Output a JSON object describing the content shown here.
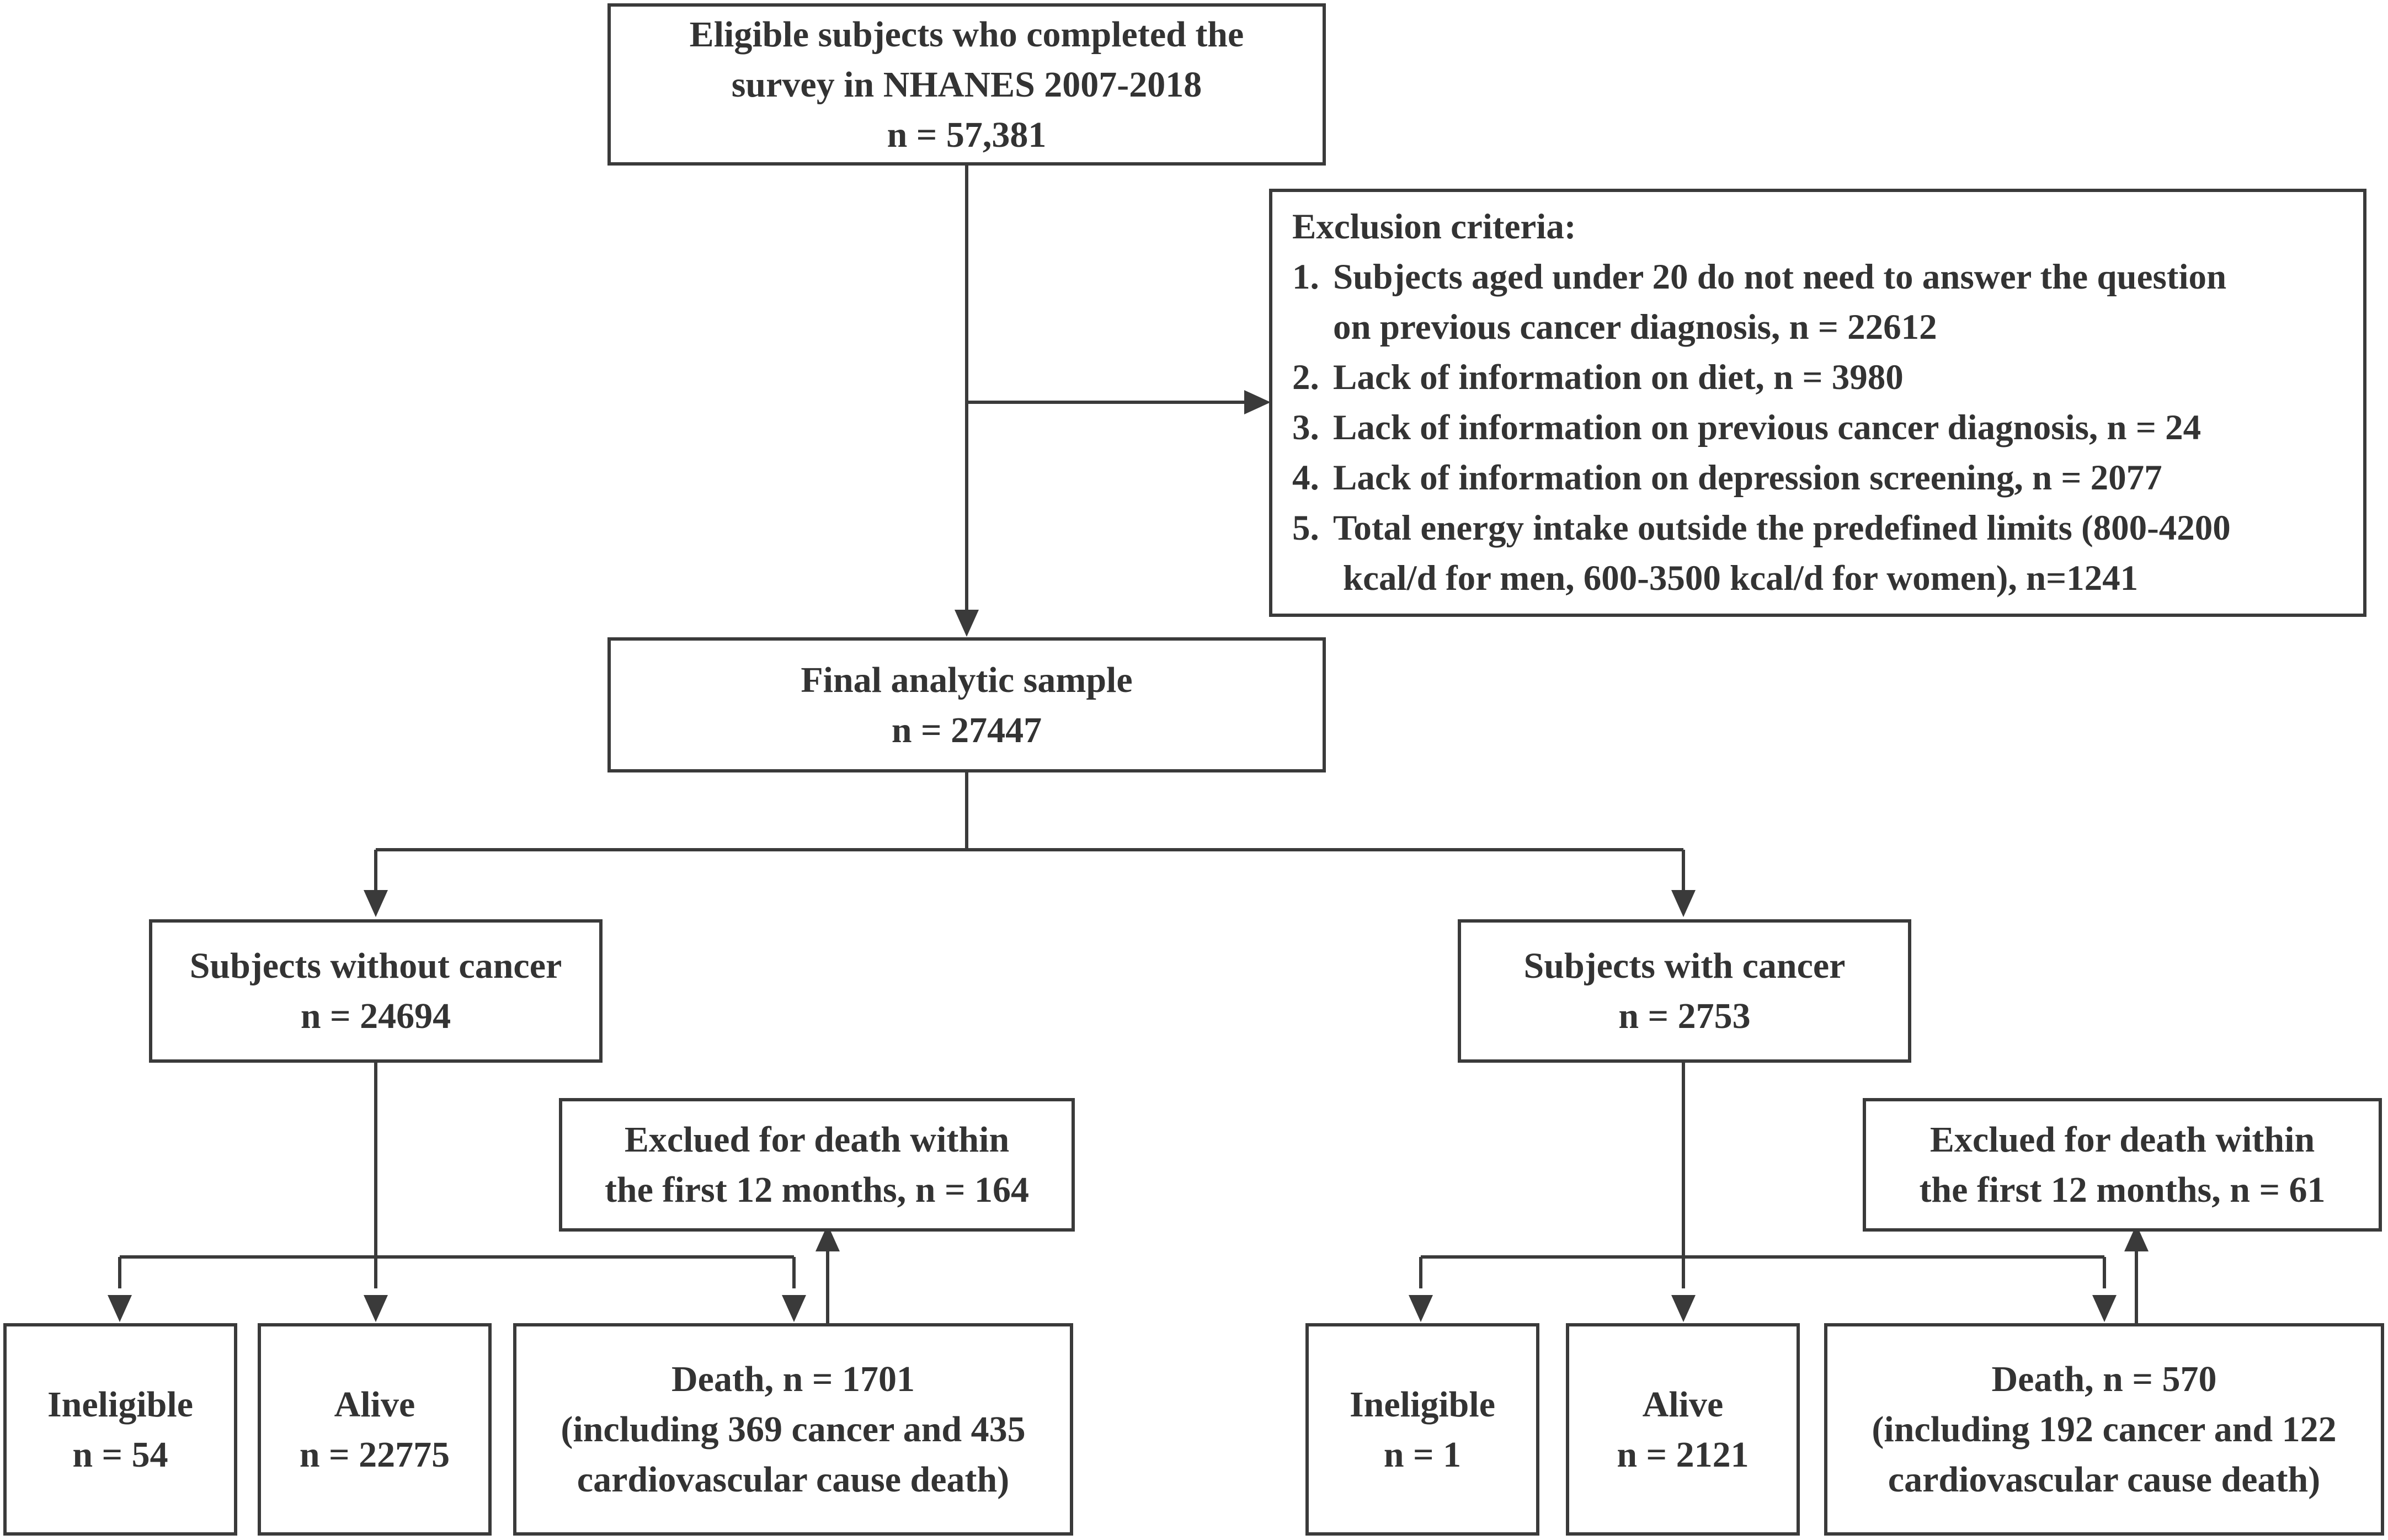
{
  "eligible": {
    "line1": "Eligible subjects who completed the",
    "line2": "survey in NHANES 2007-2018",
    "line3": "n = 57,381"
  },
  "exclusion": {
    "title": "Exclusion criteria:",
    "items": [
      {
        "num": "1.",
        "line1": "Subjects aged under 20 do not need to answer the question",
        "line2": "on previous cancer diagnosis, n = 22612"
      },
      {
        "num": "2.",
        "line1": "Lack of information on diet, n = 3980"
      },
      {
        "num": "3.",
        "line1": "Lack of information on previous cancer diagnosis, n = 24"
      },
      {
        "num": "4.",
        "line1": "Lack of information on depression screening, n = 2077"
      },
      {
        "num": "5.",
        "line1": "Total energy intake outside the predefined limits (800-4200",
        "line2": "kcal/d for men, 600-3500 kcal/d for women), n=1241"
      }
    ]
  },
  "final_sample": {
    "line1": "Final analytic sample",
    "line2": "n = 27447"
  },
  "without_cancer": {
    "group": {
      "line1": "Subjects without cancer",
      "line2": "n = 24694"
    },
    "excluded": {
      "line1": "Exclued for death within",
      "line2": "the first 12 months, n = 164"
    },
    "ineligible": {
      "line1": "Ineligible",
      "line2": "n = 54"
    },
    "alive": {
      "line1": "Alive",
      "line2": "n = 22775"
    },
    "death": {
      "line1": "Death, n = 1701",
      "line2": "(including 369 cancer and 435",
      "line3": "cardiovascular cause death)"
    }
  },
  "with_cancer": {
    "group": {
      "line1": "Subjects with cancer",
      "line2": "n = 2753"
    },
    "excluded": {
      "line1": "Exclued for death within",
      "line2": "the first 12 months, n = 61"
    },
    "ineligible": {
      "line1": "Ineligible",
      "line2": "n = 1"
    },
    "alive": {
      "line1": "Alive",
      "line2": "n = 2121"
    },
    "death": {
      "line1": "Death, n = 570",
      "line2": "(including 192 cancer and 122",
      "line3": "cardiovascular cause death)"
    }
  },
  "colors": {
    "line": "#3a3a3a",
    "text": "#333333",
    "background": "#ffffff"
  }
}
